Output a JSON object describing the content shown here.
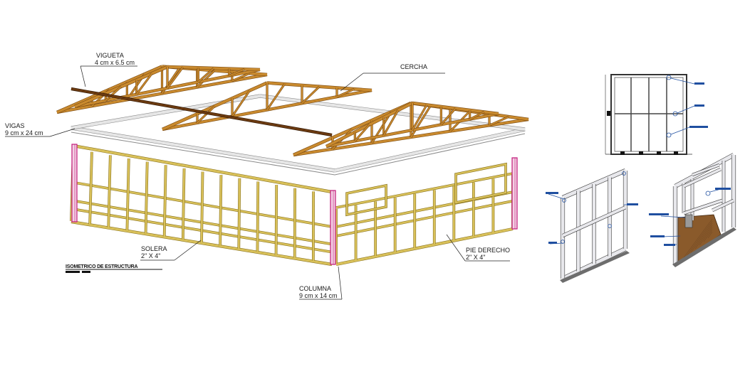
{
  "labels": {
    "vigueta": {
      "name": "VIGUETA",
      "dim": "4 cm x 6.5 cm"
    },
    "cercha": {
      "name": "CERCHA"
    },
    "vigas": {
      "name": "VIGAS",
      "dim": "9 cm x 24 cm"
    },
    "solera": {
      "name": "SOLERA",
      "dim": "2\" X 4\""
    },
    "pie": {
      "name": "PIE DERECHO",
      "dim": "2\" X 4\""
    },
    "columna": {
      "name": "COLUMNA",
      "dim": "9 cm x 14 cm"
    }
  },
  "title": "ISOMETRICO DE ESTRUCTURA",
  "colors": {
    "truss": "#c98a2e",
    "truss_dark": "#7a4a12",
    "stud": "#d9c15a",
    "stud_dark": "#8a7420",
    "column": "#c2187a",
    "beam": "#9a9a9a",
    "detail_frame": "#3a3a3a",
    "detail_blue": "#1f4fa0",
    "floor_wood": "#8a5a2b"
  }
}
